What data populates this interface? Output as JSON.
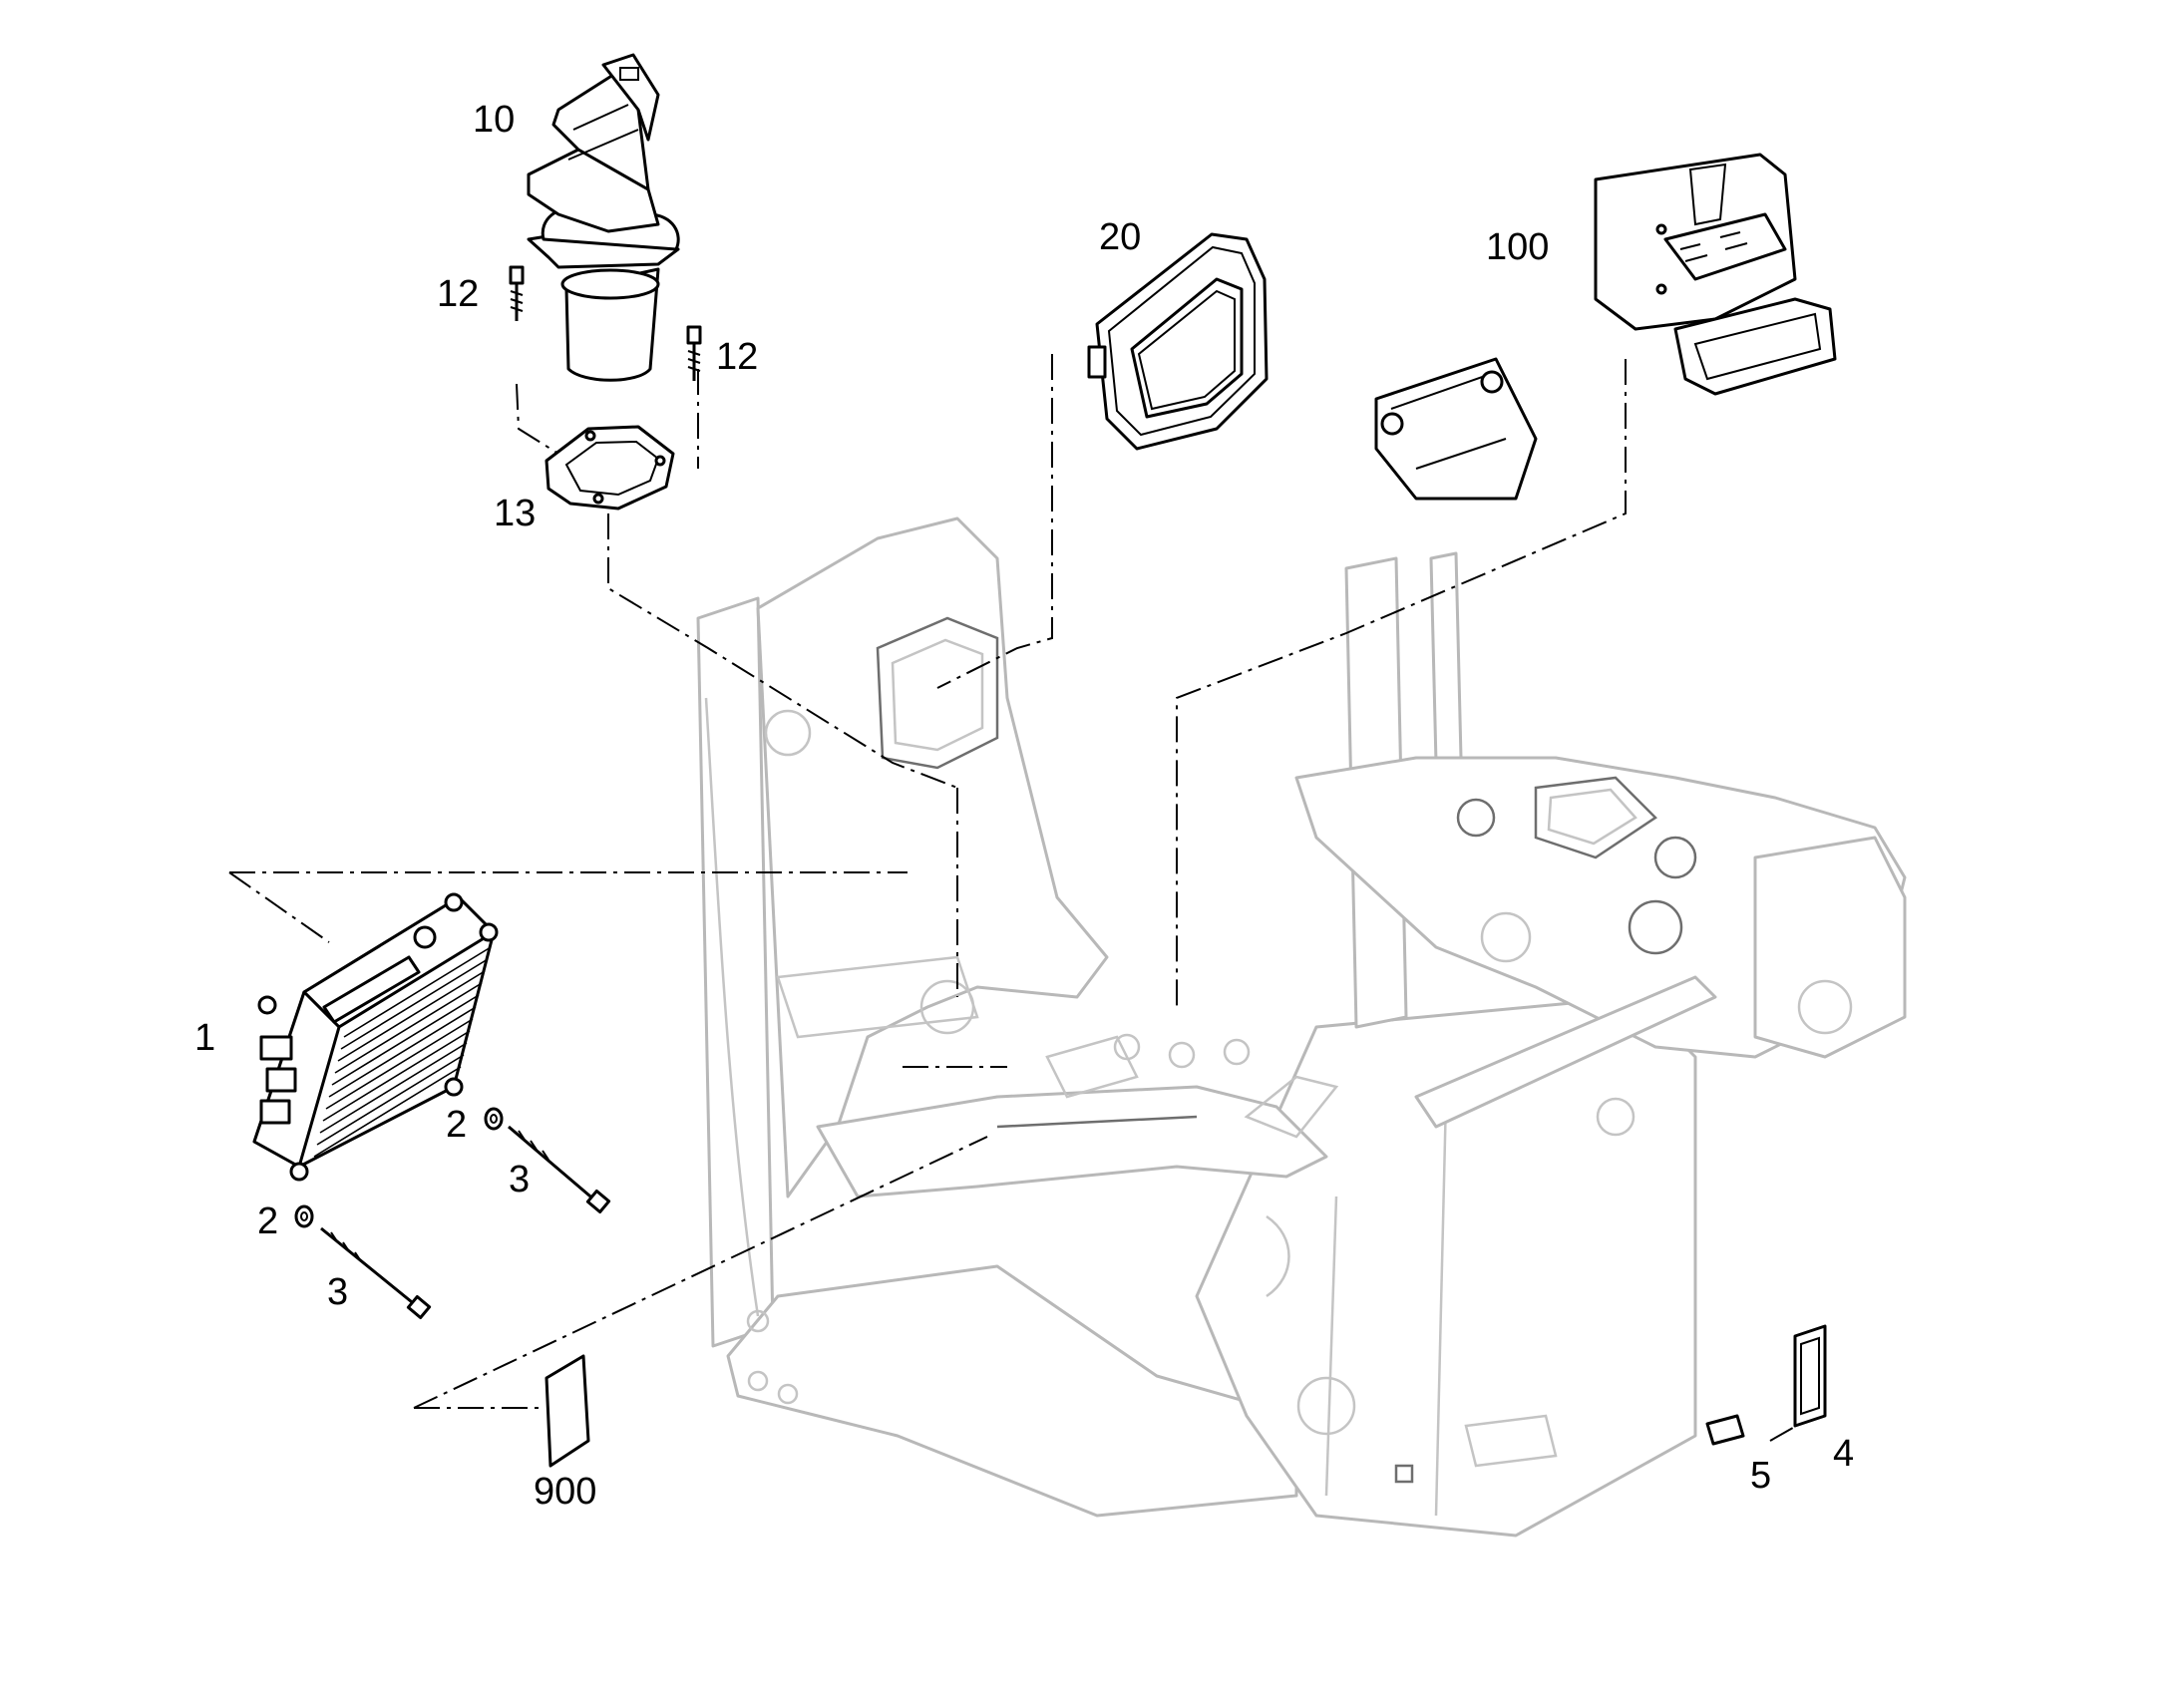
{
  "diagram": {
    "callouts": {
      "c1": "1",
      "c2a": "2",
      "c2b": "2",
      "c3a": "3",
      "c3b": "3",
      "c4": "4",
      "c5": "5",
      "c10": "10",
      "c12a": "12",
      "c12b": "12",
      "c13": "13",
      "c20": "20",
      "c100": "100",
      "c900": "900"
    },
    "colors": {
      "parts": "#000000",
      "frame": "#b8b8b8",
      "background": "#ffffff"
    }
  }
}
